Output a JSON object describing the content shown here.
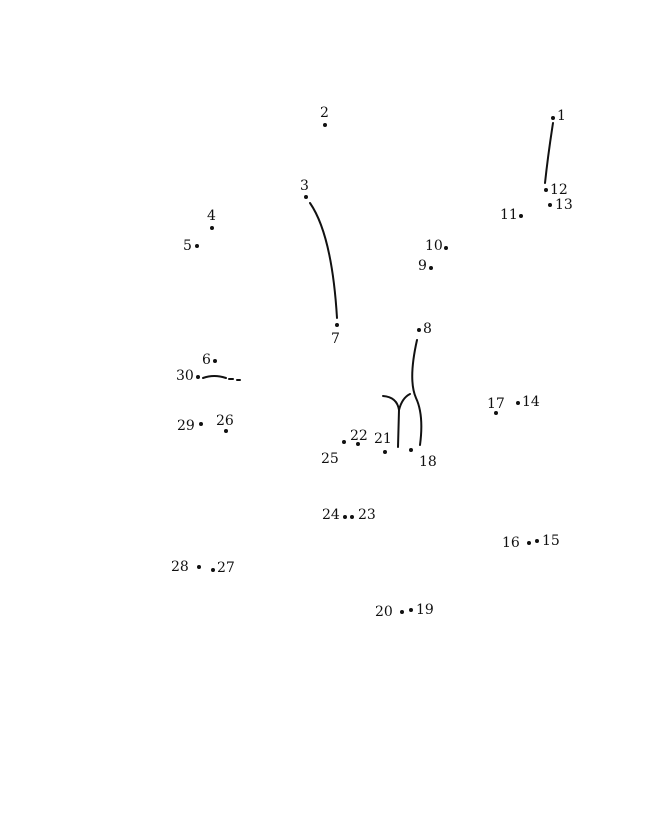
{
  "colors": {
    "ink": "#111111",
    "paper": "#ffffff"
  },
  "dots": [
    {
      "label": "1"
    },
    {
      "label": "2"
    },
    {
      "label": "3"
    },
    {
      "label": "4"
    },
    {
      "label": "5"
    },
    {
      "label": "6"
    },
    {
      "label": "7"
    },
    {
      "label": "8"
    },
    {
      "label": "9"
    },
    {
      "label": "10"
    },
    {
      "label": "11"
    },
    {
      "label": "12"
    },
    {
      "label": "13"
    },
    {
      "label": "14"
    },
    {
      "label": "15"
    },
    {
      "label": "16"
    },
    {
      "label": "17"
    },
    {
      "label": "18"
    },
    {
      "label": "19"
    },
    {
      "label": "20"
    },
    {
      "label": "21"
    },
    {
      "label": "22"
    },
    {
      "label": "23"
    },
    {
      "label": "24"
    },
    {
      "label": "25"
    },
    {
      "label": "26"
    },
    {
      "label": "27"
    },
    {
      "label": "28"
    },
    {
      "label": "29"
    },
    {
      "label": "30"
    }
  ]
}
